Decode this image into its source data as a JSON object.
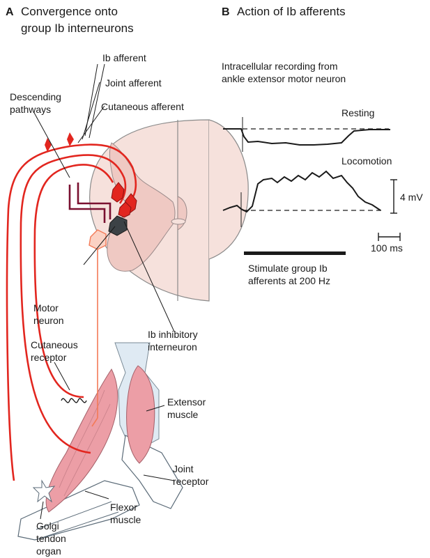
{
  "panel_a": {
    "letter": "A",
    "title_line1": "Convergence onto",
    "title_line2": "group Ib interneurons"
  },
  "panel_b": {
    "letter": "B",
    "title": "Action of Ib afferents",
    "recording_line1": "Intracellular recording from",
    "recording_line2": "ankle extensor motor neuron",
    "trace_resting": "Resting",
    "trace_locomotion": "Locomotion",
    "scale_voltage": "4 mV",
    "scale_time": "100 ms",
    "stim_line1": "Stimulate group Ib",
    "stim_line2": "afferents at 200 Hz"
  },
  "labels": {
    "ib_afferent": "Ib afferent",
    "joint_afferent": "Joint afferent",
    "descending_1": "Descending",
    "descending_2": "pathways",
    "cutaneous_afferent": "Cutaneous afferent",
    "motor_1": "Motor",
    "motor_2": "neuron",
    "ib_inhib_1": "Ib inhibitory",
    "ib_inhib_2": "interneuron",
    "cut_receptor_1": "Cutaneous",
    "cut_receptor_2": "receptor",
    "extensor_1": "Extensor",
    "extensor_2": "muscle",
    "joint_receptor_1": "Joint",
    "joint_receptor_2": "receptor",
    "flexor_1": "Flexor",
    "flexor_2": "muscle",
    "golgi_1": "Golgi",
    "golgi_2": "tendon",
    "golgi_3": "organ"
  },
  "colors": {
    "spinal_cord": "#f6e1dc",
    "gray_matter": "#efc9c3",
    "afferent_red": "#e2261f",
    "descending_dark": "#7a1030",
    "motor_neuron": "#f47a57",
    "interneuron": "#3c4246",
    "muscle": "#ec9ea6",
    "tendon": "#dfeaf3"
  }
}
